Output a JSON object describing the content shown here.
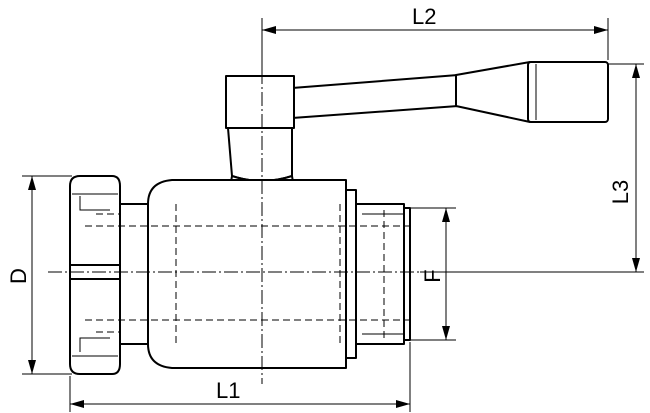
{
  "dimensions": {
    "L1": "L1",
    "L2": "L2",
    "L3": "L3",
    "D": "D",
    "F": "F"
  }
}
